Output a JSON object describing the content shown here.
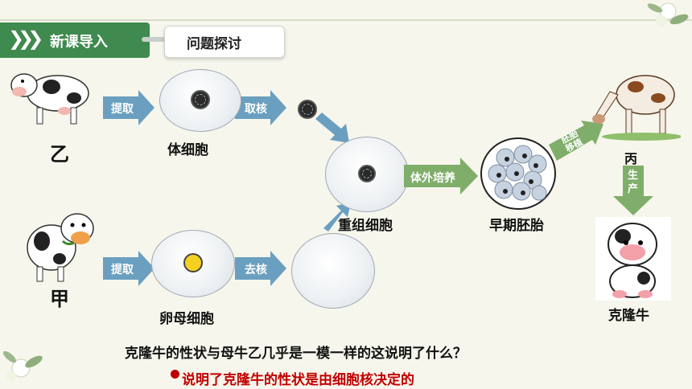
{
  "header": {
    "section_label": "新课导入",
    "topic_label": "问题探讨"
  },
  "labels": {
    "cow_b": "乙",
    "cow_a": "甲",
    "somatic_cell": "体细胞",
    "egg_cell": "卵母细胞",
    "recombined_cell": "重组细胞",
    "early_embryo": "早期胚胎",
    "cow_c": "丙",
    "cloned_cow": "克隆牛"
  },
  "arrows": {
    "extract_top": "提取",
    "take_nucleus": "取核",
    "extract_bottom": "提取",
    "remove_nucleus": "去核",
    "in_vitro_culture": "体外培养",
    "embryo_transfer_1": "胚胎",
    "embryo_transfer_2": "移植",
    "produce_1": "生",
    "produce_2": "产"
  },
  "question": "克隆牛的性状与母牛乙几乎是一模一样的这说明了什么？",
  "answer": "说明了克隆牛的性状是由细胞核决定的",
  "colors": {
    "header_green": "#3f8a4e",
    "arrow_blue": "#6a9fc0",
    "arrow_green": "#7fae6a",
    "answer_red": "#c00000"
  }
}
